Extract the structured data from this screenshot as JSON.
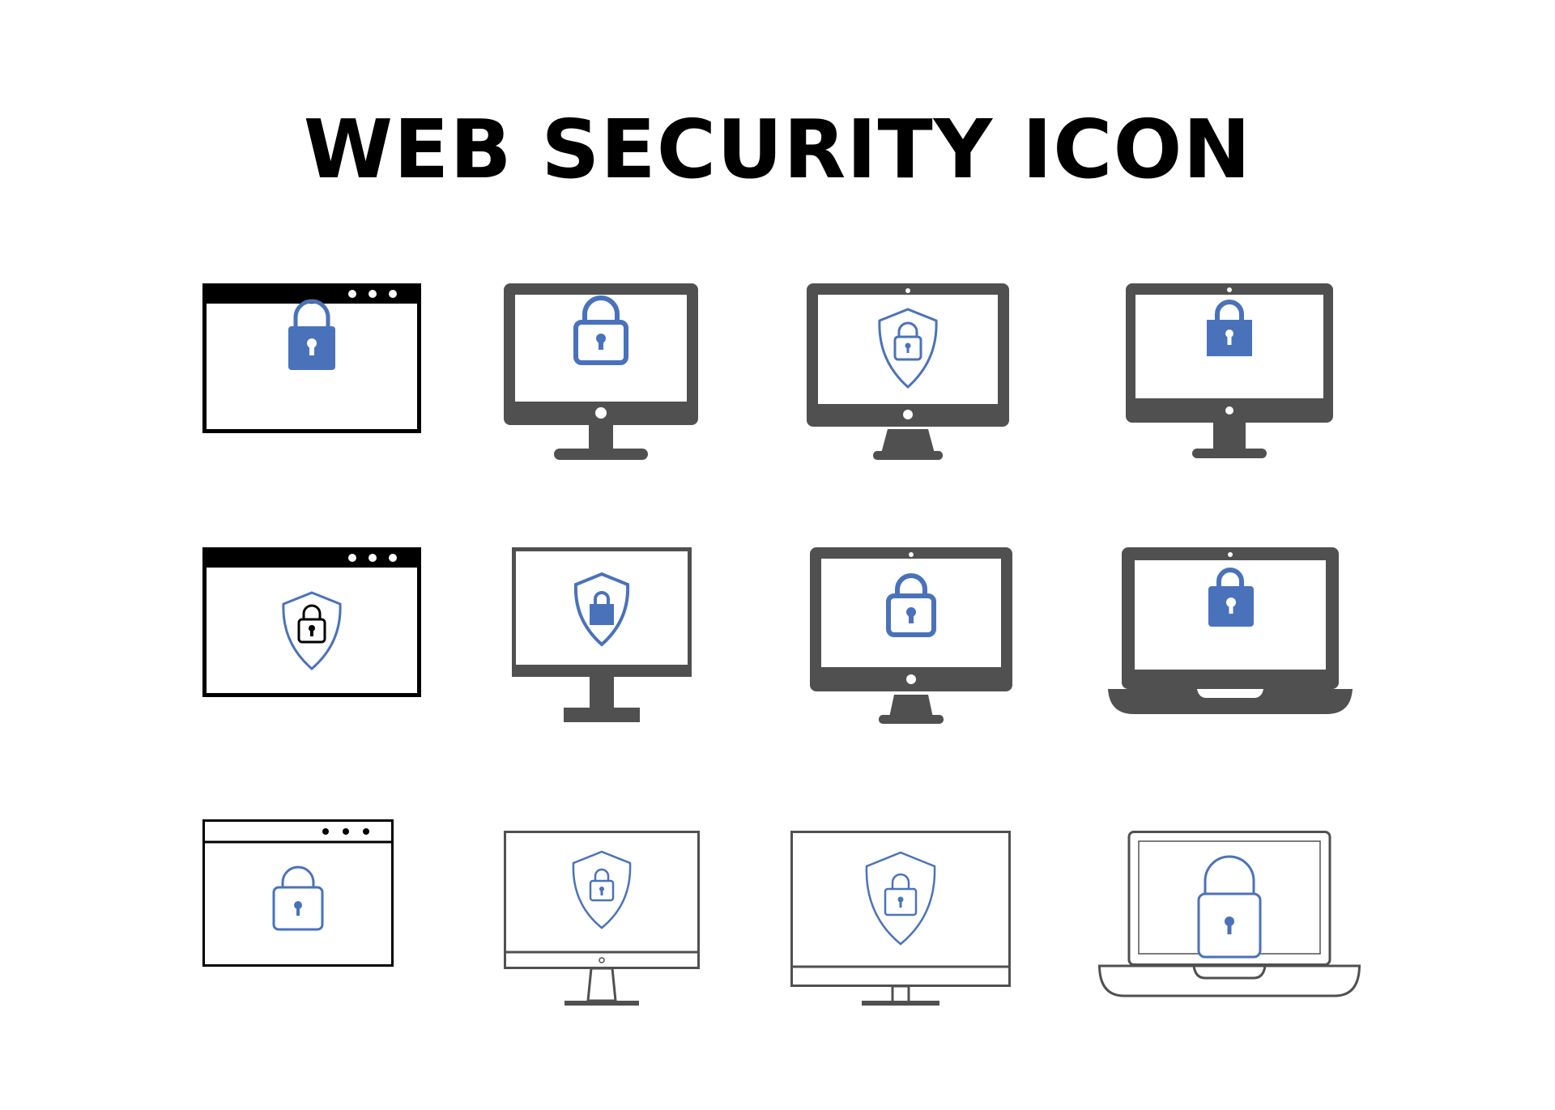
{
  "title": "WEB SECURITY ICON",
  "colors": {
    "accent": "#4a72bb",
    "device_gray": "#505050",
    "outline_gray": "#555555",
    "black": "#000000",
    "background": "#ffffff"
  },
  "icons": [
    {
      "row": 1,
      "col": 1,
      "device": "browser-window",
      "symbol": "padlock",
      "style": "glyph"
    },
    {
      "row": 1,
      "col": 2,
      "device": "desktop-monitor",
      "symbol": "padlock",
      "style": "glyph"
    },
    {
      "row": 1,
      "col": 3,
      "device": "desktop-monitor",
      "symbol": "shield-padlock",
      "style": "glyph"
    },
    {
      "row": 1,
      "col": 4,
      "device": "desktop-monitor",
      "symbol": "padlock",
      "style": "glyph"
    },
    {
      "row": 2,
      "col": 1,
      "device": "browser-window",
      "symbol": "shield-padlock",
      "style": "glyph"
    },
    {
      "row": 2,
      "col": 2,
      "device": "desktop-monitor",
      "symbol": "shield-padlock",
      "style": "glyph"
    },
    {
      "row": 2,
      "col": 3,
      "device": "desktop-monitor",
      "symbol": "padlock",
      "style": "glyph"
    },
    {
      "row": 2,
      "col": 4,
      "device": "laptop",
      "symbol": "padlock",
      "style": "glyph"
    },
    {
      "row": 3,
      "col": 1,
      "device": "browser-window",
      "symbol": "padlock",
      "style": "outline"
    },
    {
      "row": 3,
      "col": 2,
      "device": "desktop-monitor",
      "symbol": "shield-padlock",
      "style": "outline"
    },
    {
      "row": 3,
      "col": 3,
      "device": "desktop-monitor",
      "symbol": "shield-padlock",
      "style": "outline"
    },
    {
      "row": 3,
      "col": 4,
      "device": "laptop",
      "symbol": "padlock",
      "style": "outline"
    }
  ]
}
